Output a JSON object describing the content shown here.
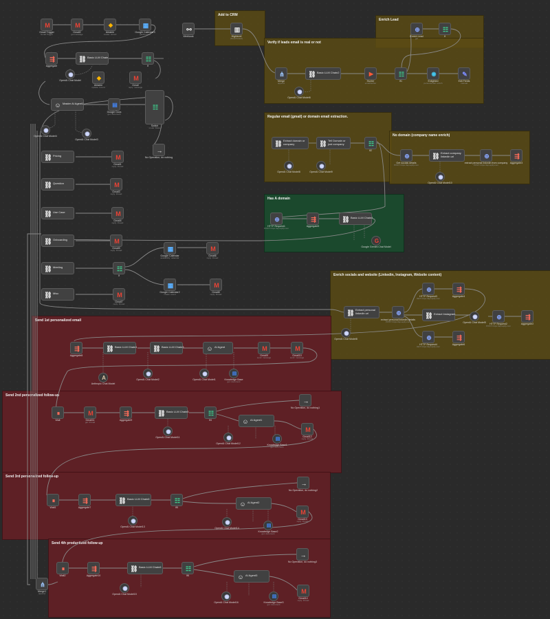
{
  "colors": {
    "canvas": "#2a2a2a",
    "sticky_yellow": "#5c4c14",
    "sticky_green": "#1a4c2e",
    "sticky_red": "#661e24",
    "wire": "#8a8a8a",
    "gmail": "#ea4335",
    "sheets": "#3ecf8e"
  },
  "stickies": {
    "add_crm": "Add to CRM",
    "enrich_lead": "Enrich Lead",
    "verify": "Verify if leads email is real or not",
    "regular": "Regular email (gmail) or domain email extraction.",
    "no_domain": "No domain (company name enrich)",
    "has_domain": "Has A domain",
    "socials": "Enrich socials and website (Linkedin, Instagram, Website content)",
    "send1": "Send 1st personalized email",
    "send2": "Send 2nd personalized follow-up",
    "send3": "Send 3rd personalized follow-up",
    "send4": "Send 4th productized follow-up"
  },
  "nodes": {
    "gmail_trigger": {
      "label": "Gmail Trigger",
      "sub": "Gmail Trigger"
    },
    "gmail2": {
      "label": "Gmail2",
      "sub": "get message"
    },
    "airtable": {
      "label": "Airtable",
      "sub": "create: record"
    },
    "google_calendar3": {
      "label": "Google Calendar3",
      "sub": "getAll event"
    },
    "webhook": {
      "label": "Webhook",
      "sub": ""
    },
    "highlevel": {
      "label": "Highlevel",
      "sub": "(Deactivated)"
    },
    "aggregate": {
      "label": "Aggregate",
      "sub": ""
    },
    "basic_llm_chain": {
      "label": "Basic LLM Chain",
      "sub": ""
    },
    "if1": {
      "label": "If",
      "sub": ""
    },
    "openai_model": {
      "label": "OpenAI Chat Model",
      "sub": ""
    },
    "airtable2": {
      "label": "Airtable",
      "sub": "update: record"
    },
    "gmail_a": {
      "label": "Gmail",
      "sub": "reply: message"
    },
    "master_agent": {
      "label": "Master AI Agent1",
      "sub": "Tools Agent"
    },
    "google_docs": {
      "label": "Google Docs",
      "sub": "get: document"
    },
    "router": {
      "label": "Switch",
      "sub": "mode: Rules"
    },
    "openai_model4": {
      "label": "OpenAI Chat Model4",
      "sub": ""
    },
    "openai_model3": {
      "label": "OpenAI Chat Model3",
      "sub": ""
    },
    "no_op1": {
      "label": "No Operation, do nothing",
      "sub": ""
    },
    "pricing": {
      "label": "Pricing",
      "sub": ""
    },
    "question": {
      "label": "Question",
      "sub": ""
    },
    "use_case": {
      "label": "Use Case",
      "sub": ""
    },
    "onboarding": {
      "label": "Onboarding",
      "sub": ""
    },
    "meeting": {
      "label": "Meeting",
      "sub": ""
    },
    "misc": {
      "label": "Misc",
      "sub": ""
    },
    "gmail_p": {
      "label": "Gmail1",
      "sub": "reply: thread"
    },
    "gmail_q": {
      "label": "Gmail3",
      "sub": "reply: thread"
    },
    "gmail_u": {
      "label": "Gmail4",
      "sub": "reply: thread"
    },
    "gmail_o": {
      "label": "Gmail5",
      "sub": "reply: thread"
    },
    "gmail_m": {
      "label": "Gmail7",
      "sub": "reply: thread"
    },
    "if_meet": {
      "label": "If",
      "sub": ""
    },
    "gcal_a": {
      "label": "Google Calendar",
      "sub": "availability: calendar"
    },
    "gcal_b": {
      "label": "Google Calendar2",
      "sub": "create: event"
    },
    "gmail_ma": {
      "label": "Gmail6",
      "sub": "reply: thread"
    },
    "gmail_mb": {
      "label": "Gmail8",
      "sub": "reply: thread"
    },
    "enrich": {
      "label": "Enrich Lead",
      "sub": "get"
    },
    "if_en": {
      "label": "If",
      "sub": ""
    },
    "merge1": {
      "label": "Merge",
      "sub": "append"
    },
    "llm_chain2": {
      "label": "Basic LLM Chain2",
      "sub": ""
    },
    "hunter": {
      "label": "Hunter",
      "sub": "emailVerifier"
    },
    "if2": {
      "label": "If1",
      "sub": ""
    },
    "enlighted": {
      "label": "Enlighted",
      "sub": "person/email: enrich"
    },
    "edit_fields": {
      "label": "Edit Fields",
      "sub": "manual"
    },
    "openai_model6": {
      "label": "OpenAI Chat Model6",
      "sub": ""
    },
    "extract_domain": {
      "label": "Extract domain or company",
      "sub": ""
    },
    "tell_domain": {
      "label": "Tell Domain or just company",
      "sub": ""
    },
    "if3": {
      "label": "If2",
      "sub": ""
    },
    "openai_model8": {
      "label": "OpenAI Chat Model8",
      "sub": ""
    },
    "openai_model9": {
      "label": "OpenAI Chat Model9",
      "sub": ""
    },
    "get_socials": {
      "label": "Get socials details",
      "sub": "POST: https://api.apify.com"
    },
    "extract_company": {
      "label": "Extract company linkedin url",
      "sub": ""
    },
    "linkedin_from_co": {
      "label": "extract personal linkedin from company",
      "sub": "POST: https://api.apify.com"
    },
    "aggregate3": {
      "label": "Aggregate3",
      "sub": ""
    },
    "openai_model10": {
      "label": "OpenAI Chat Model10",
      "sub": ""
    },
    "http1": {
      "label": "HTTP Request1",
      "sub": "POST: https://api.apify.com"
    },
    "aggregate5": {
      "label": "Aggregate5",
      "sub": ""
    },
    "llm_chain4": {
      "label": "Basic LLM Chain4",
      "sub": ""
    },
    "gemini": {
      "label": "Google Gemini Chat Model",
      "sub": ""
    },
    "http3": {
      "label": "HTTP Request3",
      "sub": "GET: https://api.apify.com"
    },
    "aggregate4": {
      "label": "Aggregate4",
      "sub": ""
    },
    "extract_instagram": {
      "label": "Extract Instagram",
      "sub": ""
    },
    "openai_model5": {
      "label": "OpenAI Chat Model5",
      "sub": ""
    },
    "http2": {
      "label": "HTTP Request2",
      "sub": "POST: https://api.apify.com"
    },
    "aggregate2": {
      "label": "Aggregate2",
      "sub": ""
    },
    "http4": {
      "label": "HTTP Request4",
      "sub": "GET: https://api.apify.com"
    },
    "aggregate6": {
      "label": "Aggregate6",
      "sub": ""
    },
    "extract_personal": {
      "label": "Extract personal linkedin url",
      "sub": ""
    },
    "personal_details": {
      "label": "extract personal linkedin details",
      "sub": "POST: https://api.apify.com"
    },
    "openai_model8b": {
      "label": "OpenAI Chat Model8",
      "sub": ""
    },
    "aggregate_s1": {
      "label": "Aggregate8",
      "sub": ""
    },
    "llm_s1": {
      "label": "Basic LLM Chain1",
      "sub": ""
    },
    "llm_s1b": {
      "label": "Basic LLM Chain3",
      "sub": ""
    },
    "ai_agent": {
      "label": "AI Agent",
      "sub": "Tools Agent"
    },
    "gmail9": {
      "label": "Gmail9",
      "sub": "send: message"
    },
    "gmail10": {
      "label": "Gmail10",
      "sub": "send: message"
    },
    "anthropic": {
      "label": "Anthropic Chat Model",
      "sub": ""
    },
    "openai_model2": {
      "label": "OpenAI Chat Model2",
      "sub": ""
    },
    "openai_model1": {
      "label": "OpenAI Chat Model1",
      "sub": ""
    },
    "kb": {
      "label": "Knowledge Base",
      "sub": "get: document"
    },
    "wait1": {
      "label": "Wait",
      "sub": ""
    },
    "gmail11": {
      "label": "Gmail11",
      "sub": "get: thread"
    },
    "aggregate9": {
      "label": "Aggregate9",
      "sub": ""
    },
    "llm_s2": {
      "label": "Basic LLM Chain5",
      "sub": ""
    },
    "if_s2": {
      "label": "If4",
      "sub": ""
    },
    "no_op2": {
      "label": "No Operation, do nothing1",
      "sub": ""
    },
    "agent_s2": {
      "label": "AI Agent1",
      "sub": "Tools Agent"
    },
    "openai_model11": {
      "label": "OpenAI Chat Model11",
      "sub": ""
    },
    "openai_model12": {
      "label": "OpenAI Chat Model12",
      "sub": ""
    },
    "kb1": {
      "label": "Knowledge Base1",
      "sub": "get: document"
    },
    "gmail12": {
      "label": "Gmail12",
      "sub": "reply: thread"
    },
    "wait2": {
      "label": "Wait1",
      "sub": ""
    },
    "aggregate7": {
      "label": "Aggregate7",
      "sub": ""
    },
    "llm_s3": {
      "label": "Basic LLM Chain6",
      "sub": ""
    },
    "if_s3": {
      "label": "If5",
      "sub": ""
    },
    "no_op3": {
      "label": "No Operation, do nothing2",
      "sub": ""
    },
    "agent_s3": {
      "label": "AI Agent2",
      "sub": "Tools Agent"
    },
    "openai_model13": {
      "label": "OpenAI Chat Model13",
      "sub": ""
    },
    "openai_model14": {
      "label": "OpenAI Chat Model14",
      "sub": ""
    },
    "kb2": {
      "label": "Knowledge Base2",
      "sub": "get: document"
    },
    "gmail13": {
      "label": "Gmail13",
      "sub": "reply: thread"
    },
    "merge2": {
      "label": "Merge1",
      "sub": "append"
    },
    "wait3": {
      "label": "Wait2",
      "sub": ""
    },
    "aggregate10": {
      "label": "Aggregate10",
      "sub": ""
    },
    "llm_s4": {
      "label": "Basic LLM Chain6",
      "sub": ""
    },
    "if_s4": {
      "label": "If6",
      "sub": ""
    },
    "no_op4": {
      "label": "No Operation, do nothing3",
      "sub": ""
    },
    "agent_s4": {
      "label": "AI Agent3",
      "sub": "Tools Agent"
    },
    "openai_model15": {
      "label": "OpenAI Chat Model15",
      "sub": ""
    },
    "openai_model16": {
      "label": "OpenAI Chat Model16",
      "sub": ""
    },
    "kb3": {
      "label": "Knowledge Base3",
      "sub": "get: document"
    },
    "gmail14": {
      "label": "Gmail14",
      "sub": "reply: thread"
    }
  }
}
